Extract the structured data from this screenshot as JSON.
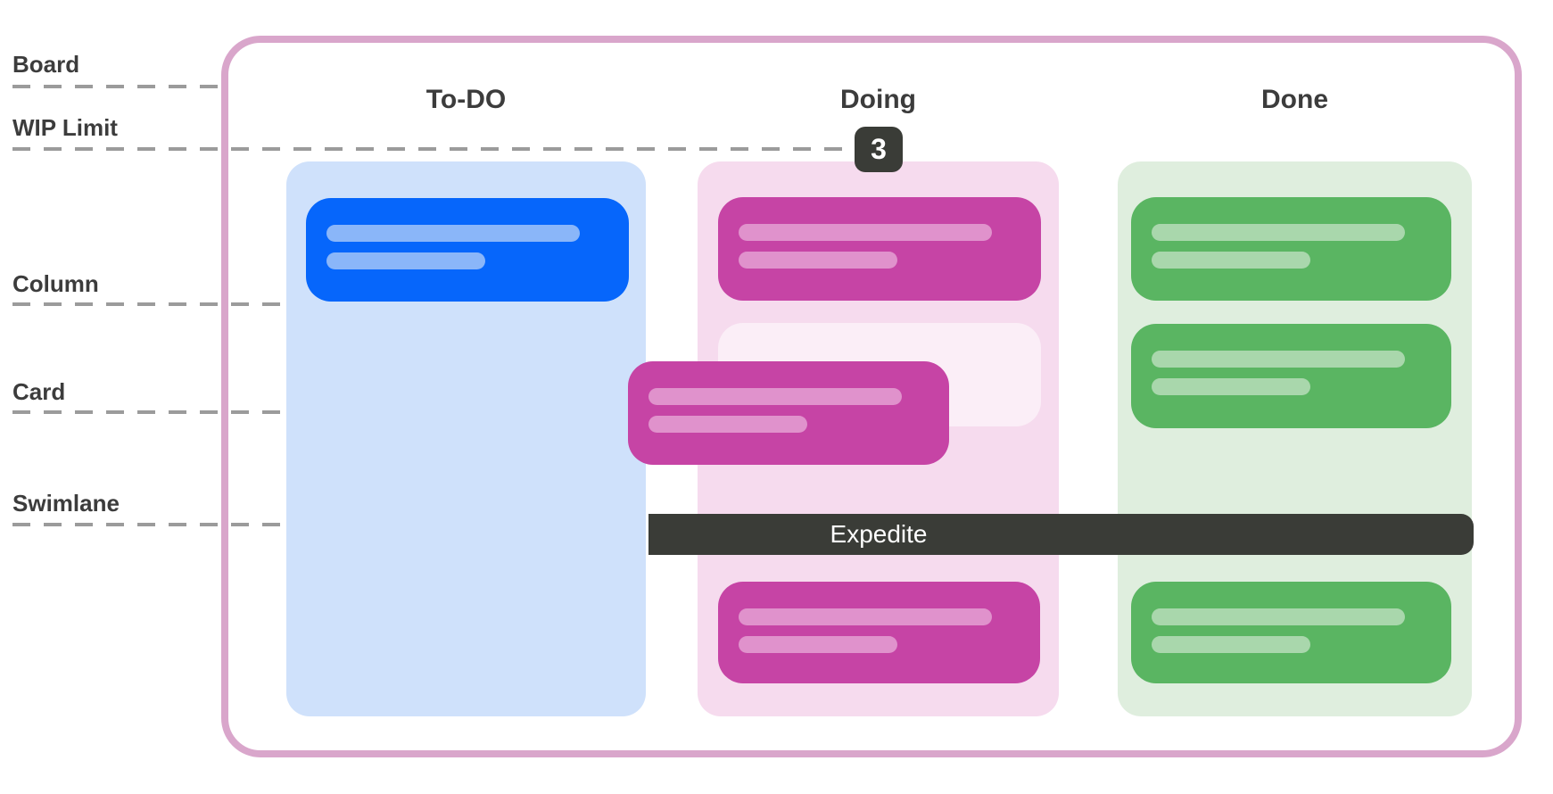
{
  "legend": {
    "board": "Board",
    "wip_limit": "WIP Limit",
    "column": "Column",
    "card": "Card",
    "swimlane": "Swimlane"
  },
  "board": {
    "columns": [
      {
        "title": "To-DO"
      },
      {
        "title": "Doing",
        "wip_limit": "3"
      },
      {
        "title": "Done"
      }
    ],
    "swimlane_label": "Expedite"
  },
  "colors": {
    "ink": "#3c3c3c",
    "dash": "#9b9b9b",
    "board-border": "#d9a6cb",
    "dark": "#3a3c37",
    "todo-col": "#cfe1fb",
    "todo-card": "#0666fb",
    "todo-line": "#8ab6f9",
    "doing-col": "#f6dbee",
    "doing-card": "#c644a5",
    "doing-line": "#e092cc",
    "ghost-card": "#fbeef7",
    "done-col": "#dfeede",
    "done-card": "#5ab562",
    "done-line": "#a9d7ac"
  }
}
